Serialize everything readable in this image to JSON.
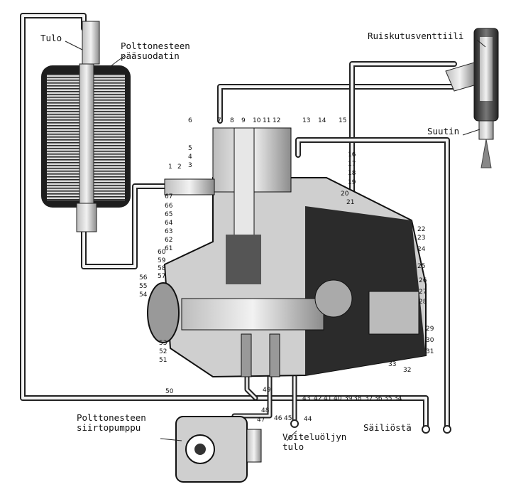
{
  "labels": {
    "tulo": "Tulo",
    "main_filter": [
      "Polttonesteen",
      "pääsuodatin"
    ],
    "injection_valve": "Ruiskutusventtiili",
    "nozzle": "Suutin",
    "transfer_pump": [
      "Polttonesteen",
      "siirtopumppu"
    ],
    "lube_oil_inlet": [
      "Voiteluöljyn",
      "tulo"
    ],
    "from_tank": "Säiliöstä"
  },
  "callouts": {
    "top_row": [
      "6",
      "7",
      "8",
      "9",
      "10",
      "11",
      "12",
      "13",
      "14",
      "15"
    ],
    "left_upper": [
      "5",
      "4",
      "3",
      "1",
      "2"
    ],
    "left_column": [
      "67",
      "66",
      "65",
      "64",
      "63",
      "62",
      "61",
      "60",
      "59",
      "58",
      "57",
      "56",
      "55",
      "54"
    ],
    "left_lower": [
      "53",
      "52",
      "51"
    ],
    "right_column": [
      "16",
      "17",
      "18",
      "19",
      "20",
      "21",
      "22",
      "23",
      "24",
      "25",
      "26",
      "27",
      "28",
      "29",
      "30",
      "31",
      "32"
    ],
    "bottom_row": [
      "33",
      "34",
      "35",
      "36",
      "37",
      "38",
      "39",
      "40",
      "41",
      "42",
      "43",
      "44",
      "45",
      "46",
      "47",
      "48",
      "49",
      "50"
    ]
  }
}
